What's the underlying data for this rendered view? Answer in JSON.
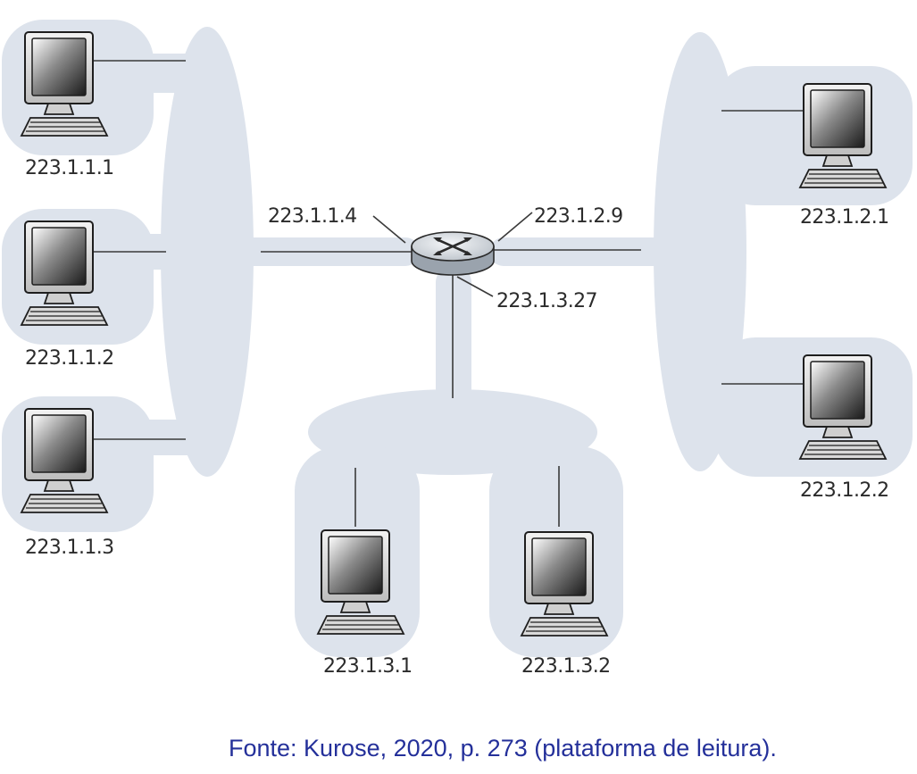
{
  "hosts": [
    {
      "id": "h111",
      "label": "223.1.1.1"
    },
    {
      "id": "h112",
      "label": "223.1.1.2"
    },
    {
      "id": "h113",
      "label": "223.1.1.3"
    },
    {
      "id": "h121",
      "label": "223.1.2.1"
    },
    {
      "id": "h122",
      "label": "223.1.2.2"
    },
    {
      "id": "h131",
      "label": "223.1.3.1"
    },
    {
      "id": "h132",
      "label": "223.1.3.2"
    }
  ],
  "router": {
    "interfaces": [
      {
        "id": "if1",
        "label": "223.1.1.4"
      },
      {
        "id": "if2",
        "label": "223.1.2.9"
      },
      {
        "id": "if3",
        "label": "223.1.3.27"
      }
    ]
  },
  "caption": "Fonte: Kurose, 2020, p. 273 (plataforma de leitura).",
  "colors": {
    "subnet_fill": "#dde3ec",
    "caption": "#24309a",
    "label": "#2b2b2b"
  }
}
